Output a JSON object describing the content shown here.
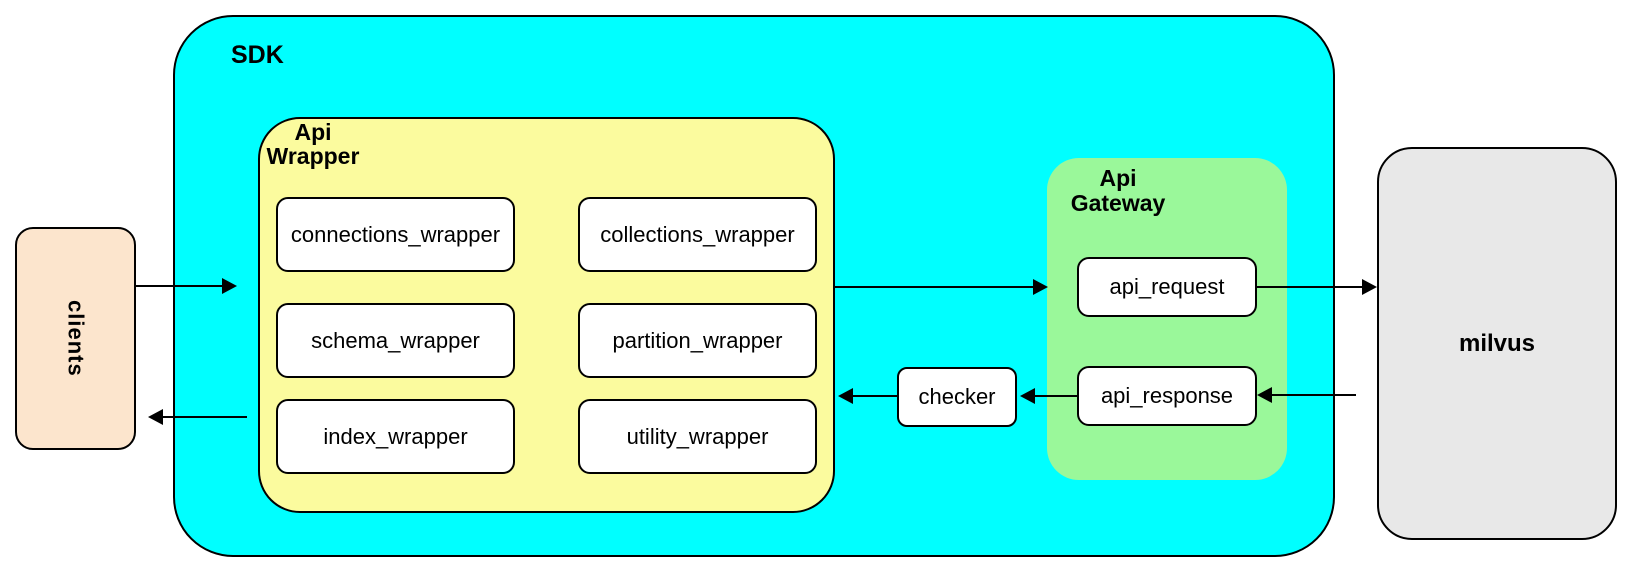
{
  "palette": {
    "sdk_fill": "#00FFFF",
    "api_wrapper_fill": "#FBFB9E",
    "api_gateway_fill": "#9AF89A",
    "clients_fill": "#FCE5CD",
    "milvus_fill": "#E8E8E8",
    "node_fill": "#FFFFFF",
    "border": "#000000"
  },
  "clients": {
    "label": "clients"
  },
  "sdk": {
    "label": "SDK"
  },
  "api_wrapper": {
    "label": "Api\nWrapper",
    "items": [
      "connections_wrapper",
      "collections_wrapper",
      "schema_wrapper",
      "partition_wrapper",
      "index_wrapper",
      "utility_wrapper"
    ]
  },
  "checker": {
    "label": "checker"
  },
  "api_gateway": {
    "label": "Api\nGateway",
    "items": [
      "api_request",
      "api_response"
    ]
  },
  "milvus": {
    "label": "milvus"
  }
}
